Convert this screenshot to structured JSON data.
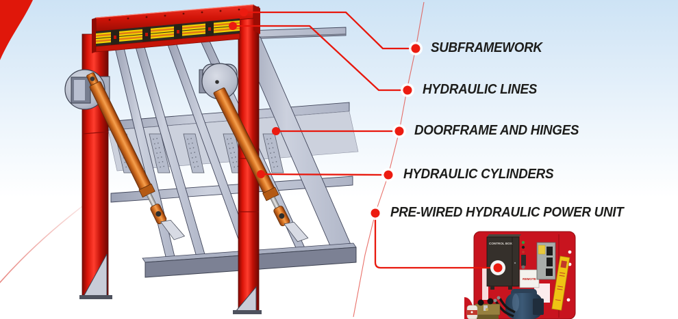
{
  "callouts": [
    {
      "label": "SUBFRAMEWORK"
    },
    {
      "label": "HYDRAULIC LINES"
    },
    {
      "label": "DOORFRAME AND HINGES"
    },
    {
      "label": "HYDRAULIC CYLINDERS"
    },
    {
      "label": "PRE-WIRED HYDRAULIC POWER UNIT"
    }
  ],
  "power_unit": {
    "control_box_label": "CONTROL BOX",
    "remote_label": "REMOTE"
  },
  "colors": {
    "accent_red": "#e8170c",
    "frame_red": "#d6150b",
    "rail_gray": "#b9bfd2",
    "cylinder_orange": "#d4701f",
    "hydraulic_yellow": "#f2d203",
    "sky_blue": "#cde3f5",
    "label_text": "#1d1d1b",
    "power_unit_red": "#c8141f"
  }
}
